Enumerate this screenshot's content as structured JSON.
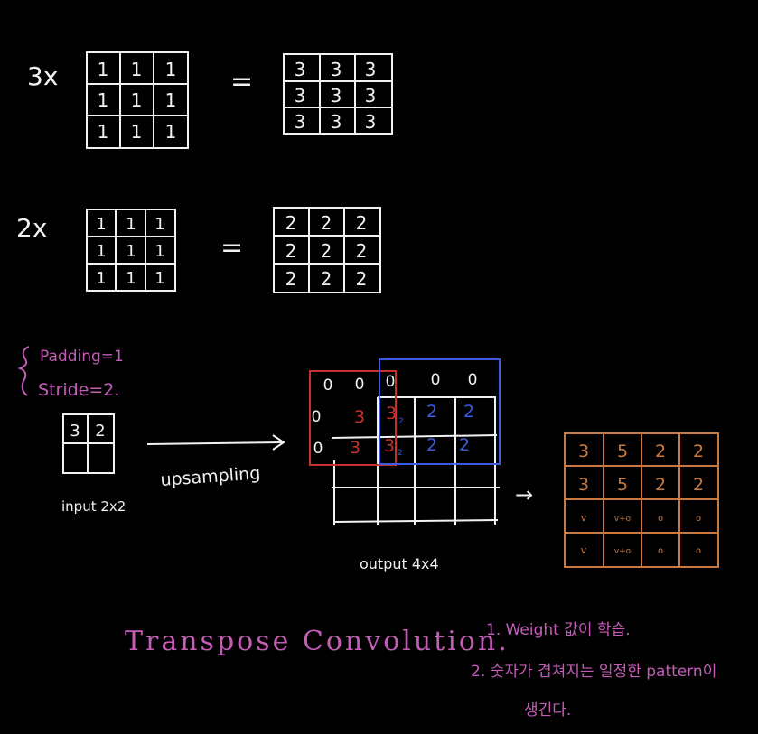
{
  "colors": {
    "background": "#000000",
    "chalk_white": "#f2f2f2",
    "pink": "#c45cb8",
    "red": "#c9302c",
    "blue": "#3a5be0",
    "orange": "#c97a40"
  },
  "example1": {
    "multiplier": "3x",
    "input_matrix": [
      [
        "1",
        "1",
        "1"
      ],
      [
        "1",
        "1",
        "1"
      ],
      [
        "1",
        "1",
        "1"
      ]
    ],
    "equals": "=",
    "output_matrix": [
      [
        "3",
        "3",
        "3"
      ],
      [
        "3",
        "3",
        "3"
      ],
      [
        "3",
        "3",
        "3"
      ]
    ]
  },
  "example2": {
    "multiplier": "2x",
    "input_matrix": [
      [
        "1",
        "1",
        "1"
      ],
      [
        "1",
        "1",
        "1"
      ],
      [
        "1",
        "1",
        "1"
      ]
    ],
    "equals": "=",
    "output_matrix": [
      [
        "2",
        "2",
        "2"
      ],
      [
        "2",
        "2",
        "2"
      ],
      [
        "2",
        "2",
        "2"
      ]
    ]
  },
  "params": {
    "padding": "Padding=1",
    "stride": "Stride=2."
  },
  "input": {
    "cells": [
      "3",
      "2"
    ],
    "label": "input 2x2"
  },
  "upsampling_label": "upsampling",
  "output_grid": {
    "label": "output 4x4",
    "padding_zero": "0",
    "red_value": "3",
    "blue_value": "2",
    "overlap_value": "3",
    "overlap_sub": "2"
  },
  "arrow_glyph": "→",
  "result_matrix": [
    [
      "3",
      "5",
      "2",
      "2"
    ],
    [
      "3",
      "5",
      "2",
      "2"
    ],
    [
      "v",
      "v+o",
      "o",
      "o"
    ],
    [
      "v",
      "v+o",
      "o",
      "o"
    ]
  ],
  "title": "Transpose Convolution.",
  "notes": [
    "1. Weight 값이 학습.",
    "2. 숫자가 겹쳐지는 일정한 pattern이",
    "생긴다."
  ]
}
